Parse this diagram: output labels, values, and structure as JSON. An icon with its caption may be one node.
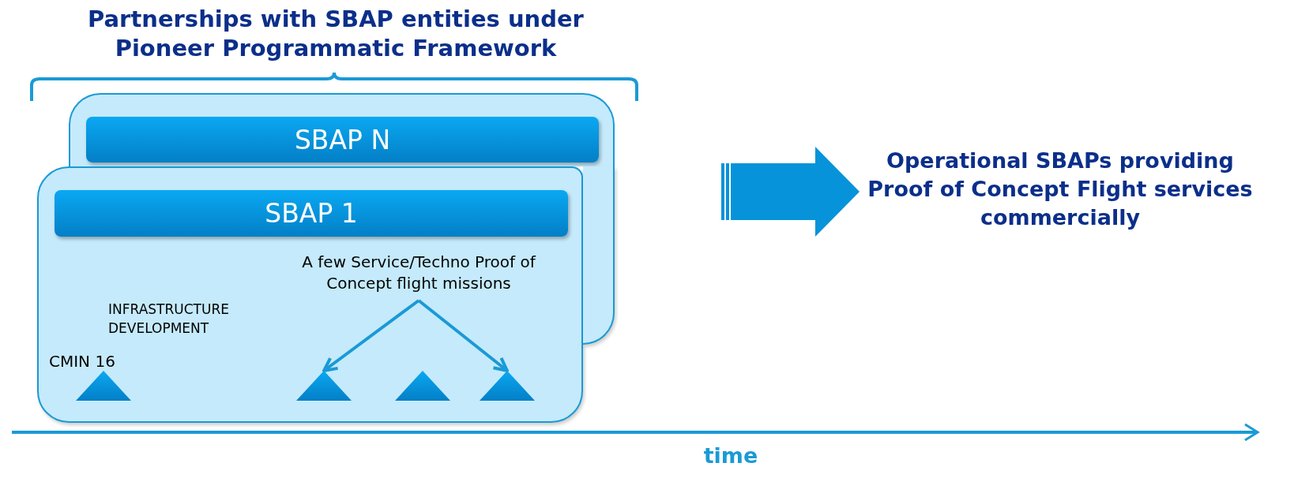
{
  "diagram": {
    "title": "Partnerships with SBAP entities under Pioneer Programmatic Framework",
    "nodes": [
      {
        "text": [],
        "shape": "box"
      },
      {
        "text": [
          "SBAP N"
        ],
        "in": 0
      },
      {
        "text": [],
        "shape": "box"
      },
      {
        "text": [
          "SBAP 1"
        ],
        "in": 2
      },
      {
        "text": [
          "A few Service/Techno Proof of Concept flight missions"
        ],
        "in": 2
      },
      {
        "text": [],
        "shape": "triangle",
        "in": 2,
        "beside": [
          "CMIN 16"
        ]
      },
      {
        "text": [],
        "shape": "triangle",
        "in": 2
      },
      {
        "text": [],
        "shape": "triangle",
        "in": 2
      },
      {
        "text": [],
        "shape": "triangle",
        "in": 2
      },
      {
        "text": [
          "Operational SBAPs providing Proof of Concept Flight services commercially"
        ]
      }
    ],
    "edges": [
      {
        "from": 4,
        "to": 6,
        "arrow": "to"
      },
      {
        "from": 4,
        "to": 8,
        "arrow": "to"
      },
      {
        "from": null,
        "to": 9,
        "arrow": "to",
        "style": "thick"
      }
    ],
    "labels": [
      "INFRASTRUCTURE DEVELOPMENT",
      "time"
    ]
  }
}
